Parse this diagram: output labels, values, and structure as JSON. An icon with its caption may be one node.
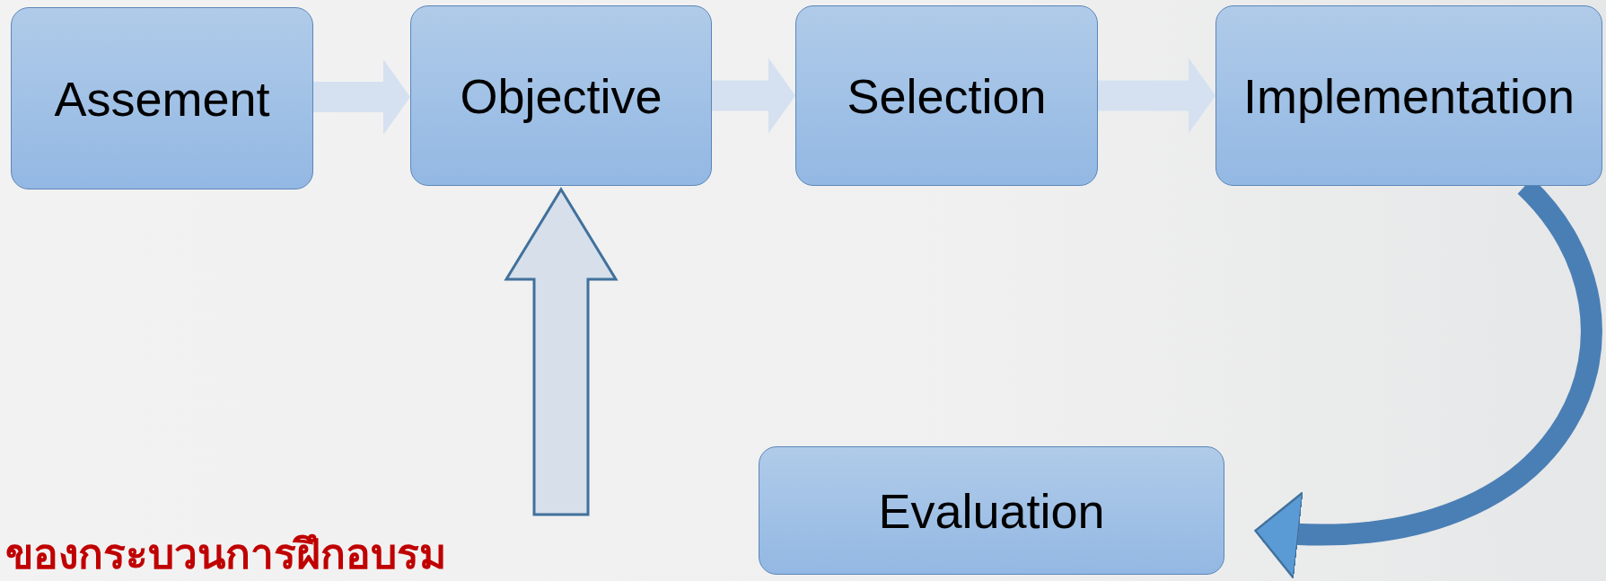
{
  "diagram": {
    "caption": "ของกระบวนการฝึกอบรม",
    "nodes": [
      {
        "text": [
          "Assement"
        ]
      },
      {
        "text": [
          "Objective"
        ]
      },
      {
        "text": [
          "Selection"
        ]
      },
      {
        "text": [
          "Implementation"
        ]
      },
      {
        "text": [
          "Evaluation"
        ]
      }
    ],
    "edges": [
      {
        "from": 0,
        "to": 1,
        "arrow": "to"
      },
      {
        "from": 1,
        "to": 2,
        "arrow": "to"
      },
      {
        "from": 2,
        "to": 3,
        "arrow": "to"
      },
      {
        "from": 3,
        "to": 4,
        "arrow": "to",
        "color": "#4a7fb5"
      },
      {
        "from": null,
        "to": 1,
        "arrow": "to",
        "style": "thick"
      }
    ]
  }
}
